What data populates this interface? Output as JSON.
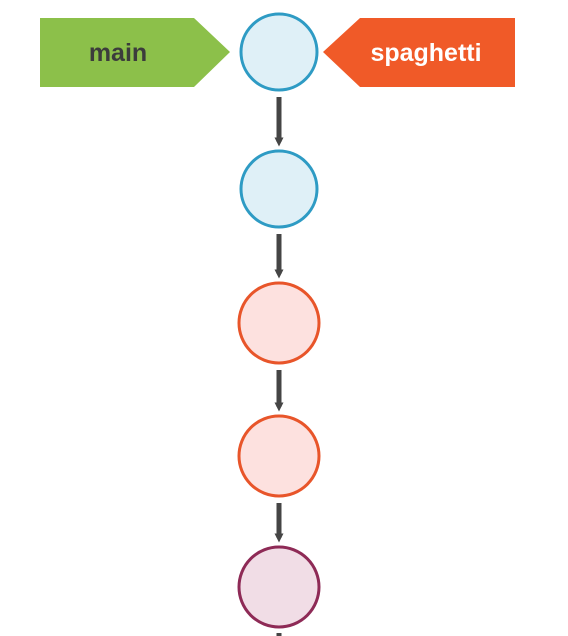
{
  "branches": [
    {
      "id": "main",
      "label": "main",
      "points_to": 0,
      "side": "left",
      "fill": "#8cc04a",
      "text_color": "#3c3c3c"
    },
    {
      "id": "spaghetti",
      "label": "spaghetti",
      "points_to": 0,
      "side": "right",
      "fill": "#f05a28",
      "text_color": "#ffffff"
    }
  ],
  "commits": [
    {
      "fill": "#dff0f7",
      "stroke": "#2e9bc4"
    },
    {
      "fill": "#dff0f7",
      "stroke": "#2e9bc4"
    },
    {
      "fill": "#fde1df",
      "stroke": "#e8552a"
    },
    {
      "fill": "#fde1df",
      "stroke": "#e8552a"
    },
    {
      "fill": "#f1dde6",
      "stroke": "#8e2a56"
    }
  ],
  "edge_color": "#454545",
  "continues_below": true
}
